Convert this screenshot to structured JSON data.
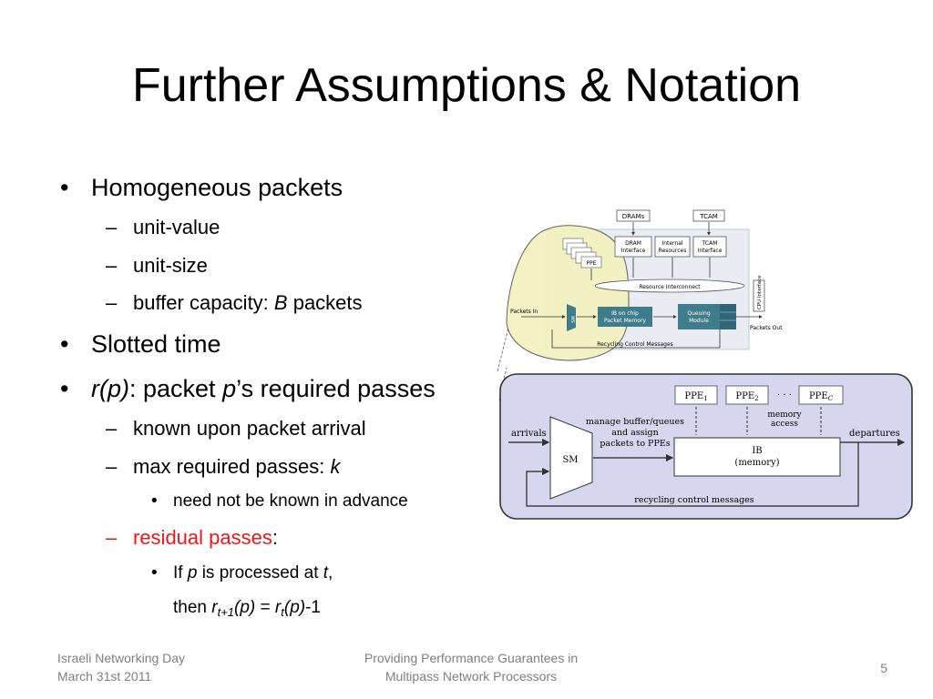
{
  "slide": {
    "title": "Further Assumptions & Notation",
    "bullet_char": "•",
    "dash_char": "–",
    "sub_bullet_char": "•"
  },
  "content": {
    "b1": "Homogeneous packets",
    "b1_1": "unit-value",
    "b1_2": "unit-size",
    "b1_3_pre": "buffer capacity: ",
    "b1_3_var": "B",
    "b1_3_post": " packets",
    "b2": "Slotted time",
    "b3_func": "r(p)",
    "b3_mid": ": packet ",
    "b3_var": "p",
    "b3_post": "’s required passes",
    "b3_1": "known upon packet arrival",
    "b3_2_pre": "max required passes: ",
    "b3_2_var": "k",
    "b3_2_1": "need not be known in advance",
    "b3_3_red": "residual passes",
    "b3_3_colon": ":",
    "b3_3_1_pre": "If ",
    "b3_3_1_var": "p",
    "b3_3_1_mid": " is processed at ",
    "b3_3_1_t": "t",
    "b3_3_1_end": ",",
    "b3_3_2_then": "then ",
    "b3_3_2_r1": "r",
    "b3_3_2_sub1": "t+1",
    "b3_3_2_p1": "(p)",
    "b3_3_2_eq": " = ",
    "b3_3_2_r2": "r",
    "b3_3_2_sub2": "t",
    "b3_3_2_p2": "(p)",
    "b3_3_2_tail": "-1"
  },
  "diagram_top": {
    "drams": "DRAMs",
    "tcam": "TCAM",
    "dram_interface_1": "DRAM",
    "dram_interface_2": "Interface",
    "internal_resources_1": "Internal",
    "internal_resources_2": "Resources",
    "tcam_interface_1": "TCAM",
    "tcam_interface_2": "Interface",
    "ppe": "PPE",
    "resource_interconnect": "Resource Interconnect",
    "cpu_interface": "CPU Interface",
    "packets_in": "Packets In",
    "sm": "SM",
    "ib_on_chip_1": "IB on chip",
    "ib_on_chip_2": "Packet Memory",
    "queuing_1": "Queuing",
    "queuing_2": "Module",
    "packets_out": "Packets Out",
    "recycling": "Recycling Control Messages"
  },
  "diagram_bottom": {
    "ppe1_base": "PPE",
    "ppe1_sub": "1",
    "ppe2_base": "PPE",
    "ppe2_sub": "2",
    "ppec_base": "PPE",
    "ppec_sub": "C",
    "dots": "· · ·",
    "memory_access_1": "memory",
    "memory_access_2": "access",
    "manage_1": "manage buffer/queues",
    "manage_2": "and assign",
    "manage_3": "packets to PPEs",
    "arrivals": "arrivals",
    "departures": "departures",
    "sm": "SM",
    "ib_1": "IB",
    "ib_2": "(memory)",
    "recycling": "recycling control messages"
  },
  "footer": {
    "left_1": "Israeli Networking Day",
    "left_2": "March 31st 2011",
    "center_1": "Providing Performance Guarantees in",
    "center_2": "Multipass Network Processors",
    "page_number": "5"
  },
  "colors": {
    "red": "#e8191b",
    "footer_gray": "#7f7f7f",
    "lavender": "#d6d7ee",
    "yellow_region": "#f4f1c0",
    "teal": "#3f7d8c"
  }
}
